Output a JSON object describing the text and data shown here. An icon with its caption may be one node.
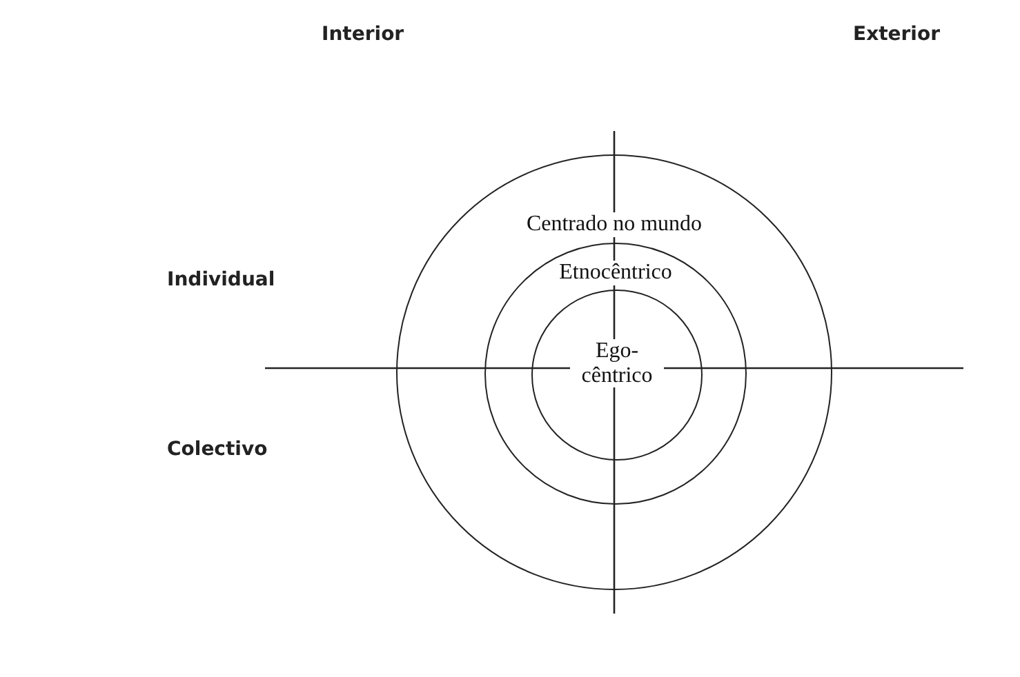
{
  "diagram": {
    "nodes": [
      {
        "text": [
          "Centrado no mundo"
        ]
      },
      {
        "text": [
          "Etnocêntrico"
        ],
        "in": 0
      },
      {
        "text": [
          "Ego- cêntrico"
        ],
        "in": 1
      }
    ],
    "labels": [
      "Interior",
      "Exterior",
      "Individual",
      "Colectivo"
    ]
  }
}
